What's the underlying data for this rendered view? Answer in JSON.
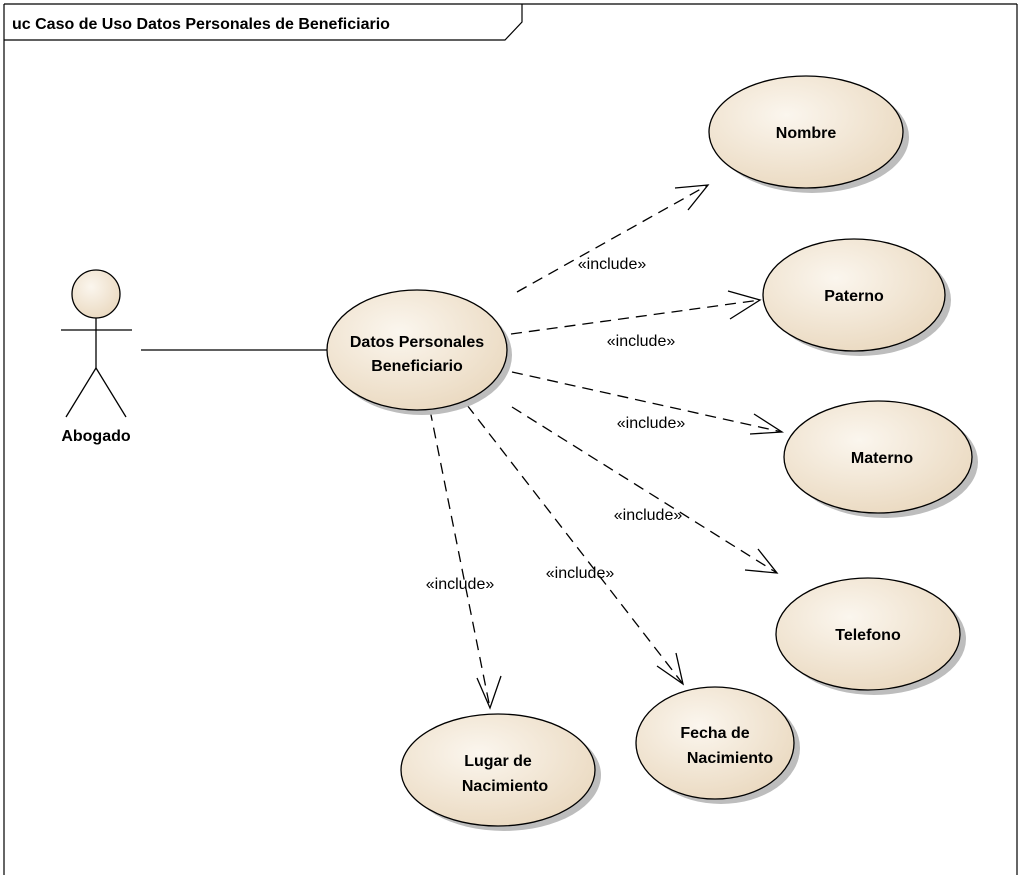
{
  "diagram": {
    "frame_title": "uc Caso de Uso Datos Personales de Beneficiario",
    "actor": {
      "name": "Abogado"
    },
    "main_use_case": {
      "line1": "Datos Personales",
      "line2": "Beneficiario"
    },
    "use_cases": {
      "nombre": {
        "line1": "Nombre"
      },
      "paterno": {
        "line1": "Paterno"
      },
      "materno": {
        "line1": "Materno"
      },
      "telefono": {
        "line1": "Telefono"
      },
      "fecha": {
        "line1": "Fecha de",
        "line2": "Nacimiento"
      },
      "lugar": {
        "line1": "Lugar de",
        "line2": "Nacimiento"
      }
    },
    "relations": {
      "nombre": "«include»",
      "paterno": "«include»",
      "materno": "«include»",
      "telefono": "«include»",
      "fecha": "«include»",
      "lugar": "«include»"
    },
    "colors": {
      "fill_light": "#fbf6ee",
      "fill_dark": "#ead9c0",
      "stroke": "#000000"
    }
  }
}
